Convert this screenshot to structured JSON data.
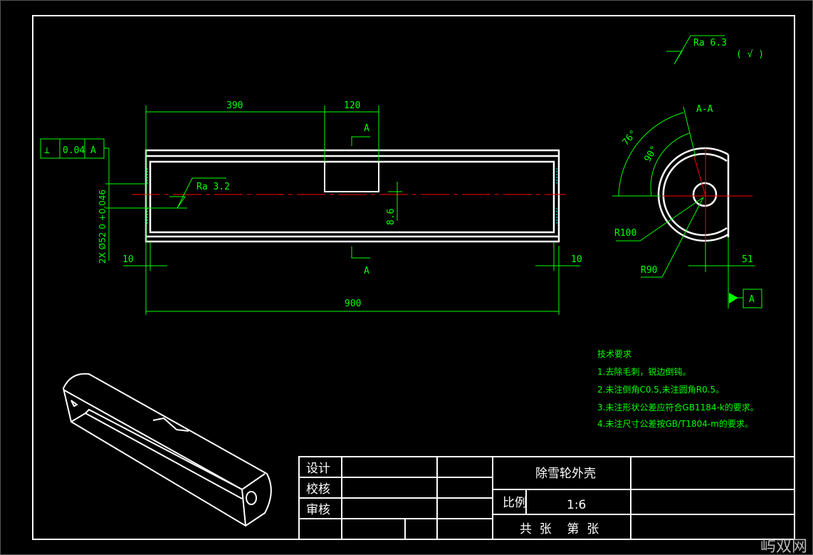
{
  "drawing": {
    "roughness": {
      "symbol": "Ra 6.3",
      "other": "( √ )"
    },
    "main_view": {
      "dim_390": "390",
      "dim_120": "120",
      "dim_900": "900",
      "dim_10_left": "10",
      "dim_10_right": "10",
      "dim_8_6": "8.6",
      "section_mark_top": "A",
      "section_mark_bottom": "A",
      "ra_inner": "Ra 3.2",
      "hole_dim": "2X Ø52 0 +0.046",
      "tolerance": {
        "symbol": "⊥",
        "value": "0.04",
        "datum": "A"
      }
    },
    "section_view": {
      "title": "A-A",
      "angle_outer": "76°",
      "angle_inner": "90°",
      "radius_outer": "R100",
      "radius_inner": "R90",
      "dim_51": "51",
      "datum": "A"
    },
    "notes": {
      "title": "技术要求",
      "items": [
        "1.去除毛刺，锐边倒钝。",
        "2.未注倒角C0.5,未注圆角R0.5。",
        "3.未注形状公差应符合GB1184-k的要求。",
        "4.未注尺寸公差按GB/T1804-m的要求。"
      ]
    },
    "title_block": {
      "design": "设计",
      "check": "校核",
      "review": "审核",
      "part_name": "除雪轮外壳",
      "scale_label": "比例",
      "scale_value": "1:6",
      "sheets": "共  张    第  张"
    },
    "watermark": "屿双网"
  },
  "colors": {
    "background": "#000000",
    "outline": "#ffffff",
    "dimension": "#00ff00",
    "centerline": "#ff0000",
    "hatch": "#00e5ff"
  }
}
